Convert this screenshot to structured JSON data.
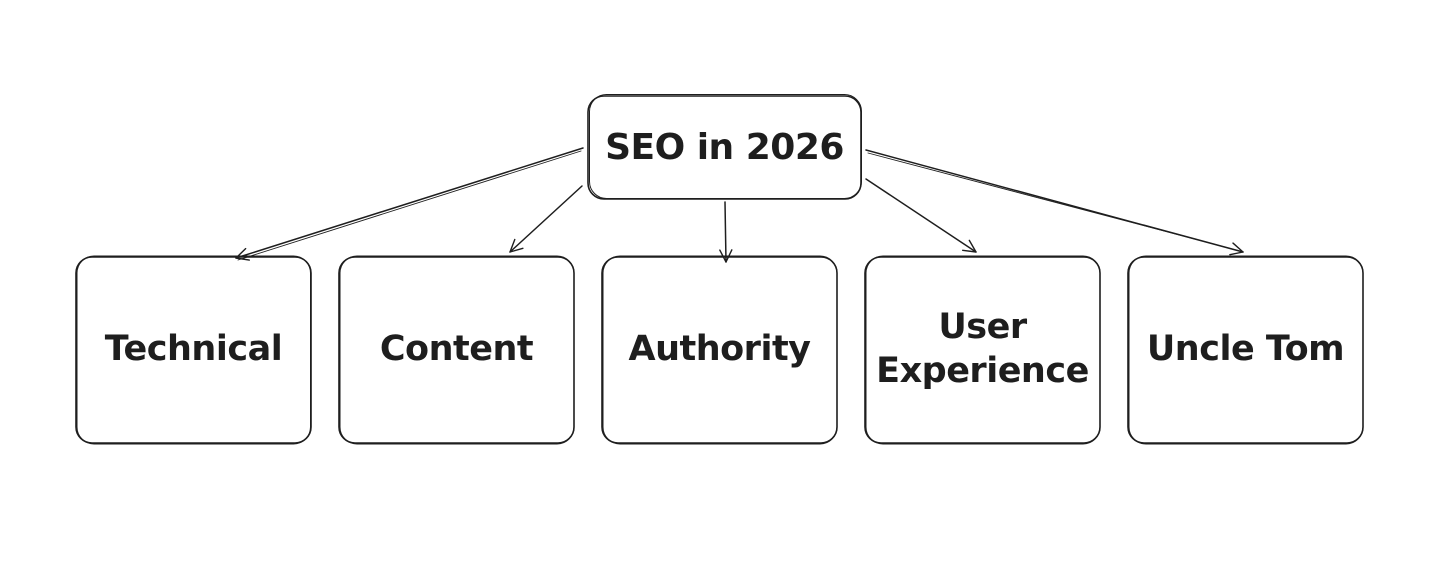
{
  "diagram": {
    "root": {
      "label": "SEO in 2026"
    },
    "children": [
      {
        "label": "Technical"
      },
      {
        "label": "Content"
      },
      {
        "label": "Authority"
      },
      {
        "label": "User\nExperience"
      },
      {
        "label": "Uncle Tom"
      }
    ],
    "stroke_color": "#1e1e1e",
    "text_color": "#1e1e1e",
    "background_color": "#ffffff"
  }
}
